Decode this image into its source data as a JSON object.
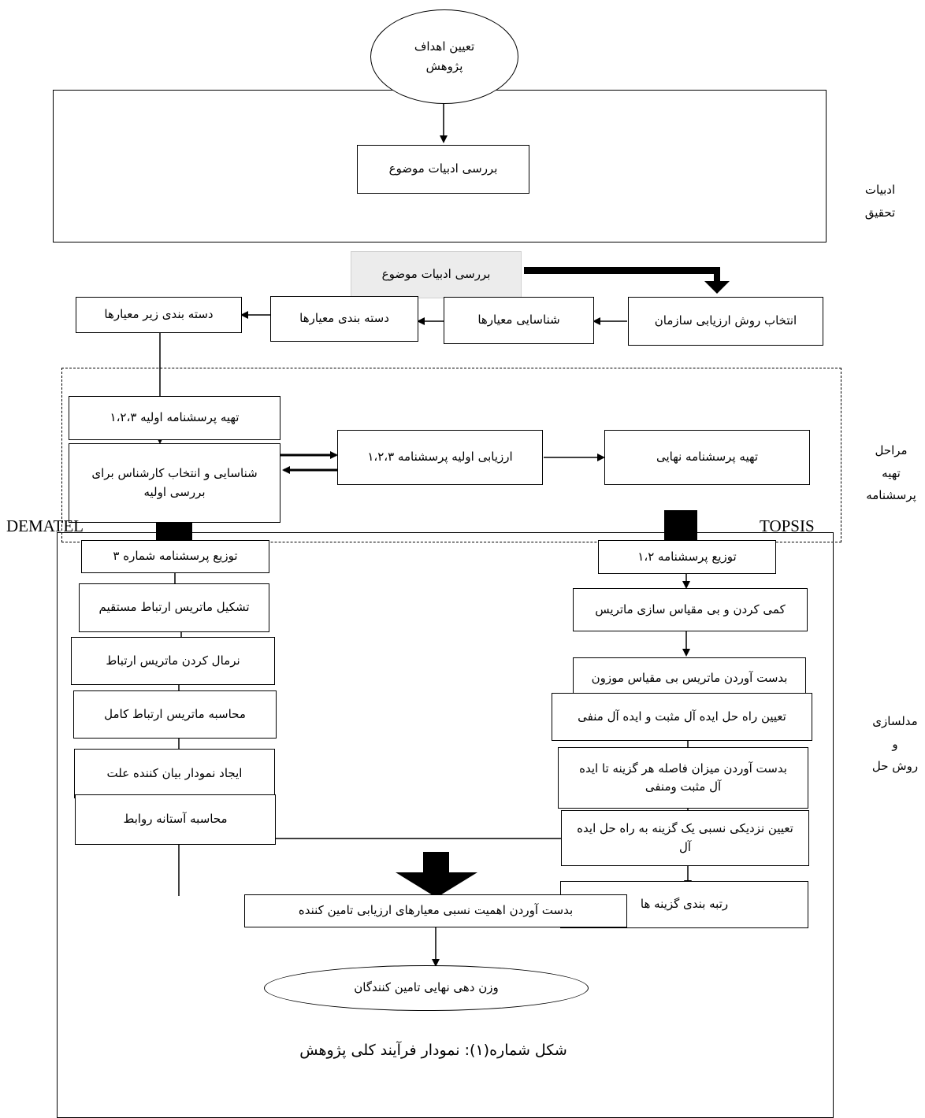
{
  "start_node": "تعیین اهداف\nپژوهش",
  "literature": {
    "box": "بررسی ادبیات موضوع",
    "side_label": "ادبیات\nتحقیق"
  },
  "criteria_flow": {
    "header": "بررسی ادبیات موضوع",
    "method_select": "انتخاب روش ارزیابی سازمان",
    "identify": "شناسایی معیارها",
    "categorize": "دسته بندی معیارها",
    "sub_categorize": "دسته بندی زیر معیارها"
  },
  "questionnaire": {
    "side_label": "مراحل\nتهیه\nپرسشنامه",
    "prepare_initial": "تهیه پرسشنامه اولیه ۱،۲،۳",
    "expert_selection": "شناسایی و انتخاب کارشناس برای بررسی اولیه",
    "initial_evaluation": "ارزیابی اولیه پرسشنامه ۱،۲،۳",
    "final": "تهیه پرسشنامه نهایی"
  },
  "methods": {
    "left": "DEMATEL",
    "right": "TOPSIS"
  },
  "dematel_steps": [
    "توزیع پرسشنامه شماره ۳",
    "تشکیل ماتریس ارتباط مستقیم",
    "نرمال کردن ماتریس ارتباط",
    "محاسبه ماتریس ارتباط کامل",
    "ایجاد نمودار بیان کننده علت",
    "محاسبه آستانه روابط"
  ],
  "topsis_steps": [
    "توزیع پرسشنامه  ۱،۲",
    "کمی کردن و بی مقیاس سازی ماتریس",
    "بدست آوردن ماتریس بی مقیاس موزون",
    "تعیین راه حل ایده آل مثبت و ایده آل منفی",
    "بدست آوردن میزان فاصله هر گزینه تا ایده آل مثبت ومنفی",
    "تعیین نزدیکی نسبی یک گزینه به راه حل ایده آل",
    "رتبه بندی گزینه ها"
  ],
  "modeling": {
    "side_label": "مدلسازی\nو\nروش حل",
    "relative_importance": "بدست آوردن اهمیت نسبی معیارهای ارزیابی تامین کننده",
    "final_weighting": "وزن دهی نهایی تامین کنندگان"
  },
  "caption": "شکل شماره(۱): نمودار فرآیند کلی پژوهش"
}
